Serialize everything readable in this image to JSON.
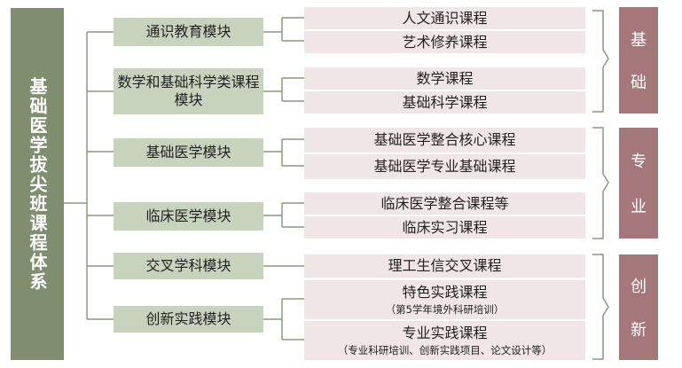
{
  "root": {
    "label": "基础医学拔尖班课程体系"
  },
  "modules": [
    {
      "id": "m1",
      "label": "通识教育模块"
    },
    {
      "id": "m2",
      "label": "数学和基础科学类课程模块"
    },
    {
      "id": "m3",
      "label": "基础医学模块"
    },
    {
      "id": "m4",
      "label": "临床医学模块"
    },
    {
      "id": "m5",
      "label": "交叉学科模块"
    },
    {
      "id": "m6",
      "label": "创新实践模块"
    }
  ],
  "courses": [
    {
      "id": "c1",
      "label": "人文通识课程",
      "note": ""
    },
    {
      "id": "c2",
      "label": "艺术修养课程",
      "note": ""
    },
    {
      "id": "c3",
      "label": "数学课程",
      "note": ""
    },
    {
      "id": "c4",
      "label": "基础科学课程",
      "note": ""
    },
    {
      "id": "c5",
      "label": "基础医学整合核心课程",
      "note": ""
    },
    {
      "id": "c6",
      "label": "基础医学专业基础课程",
      "note": ""
    },
    {
      "id": "c7",
      "label": "临床医学整合课程等",
      "note": ""
    },
    {
      "id": "c8",
      "label": "临床实习课程",
      "note": ""
    },
    {
      "id": "c9",
      "label": "理工生信交叉课程",
      "note": ""
    },
    {
      "id": "c10",
      "label": "特色实践课程",
      "note": "（第5学年境外科研培训）"
    },
    {
      "id": "c11",
      "label": "专业实践课程",
      "note": "（专业科研培训、创新实践项目、论文设计等）"
    }
  ],
  "categories": [
    {
      "id": "k1",
      "chars": [
        "基",
        "础"
      ]
    },
    {
      "id": "k2",
      "chars": [
        "专",
        "业"
      ]
    },
    {
      "id": "k3",
      "chars": [
        "创",
        "新"
      ]
    }
  ],
  "colors": {
    "root_fill": "#7e8e6e",
    "module_fill": "#c8d3be",
    "course_fill": "#f1e6e7",
    "category_fill": "#a4787b",
    "line": "#8a9a7c"
  }
}
